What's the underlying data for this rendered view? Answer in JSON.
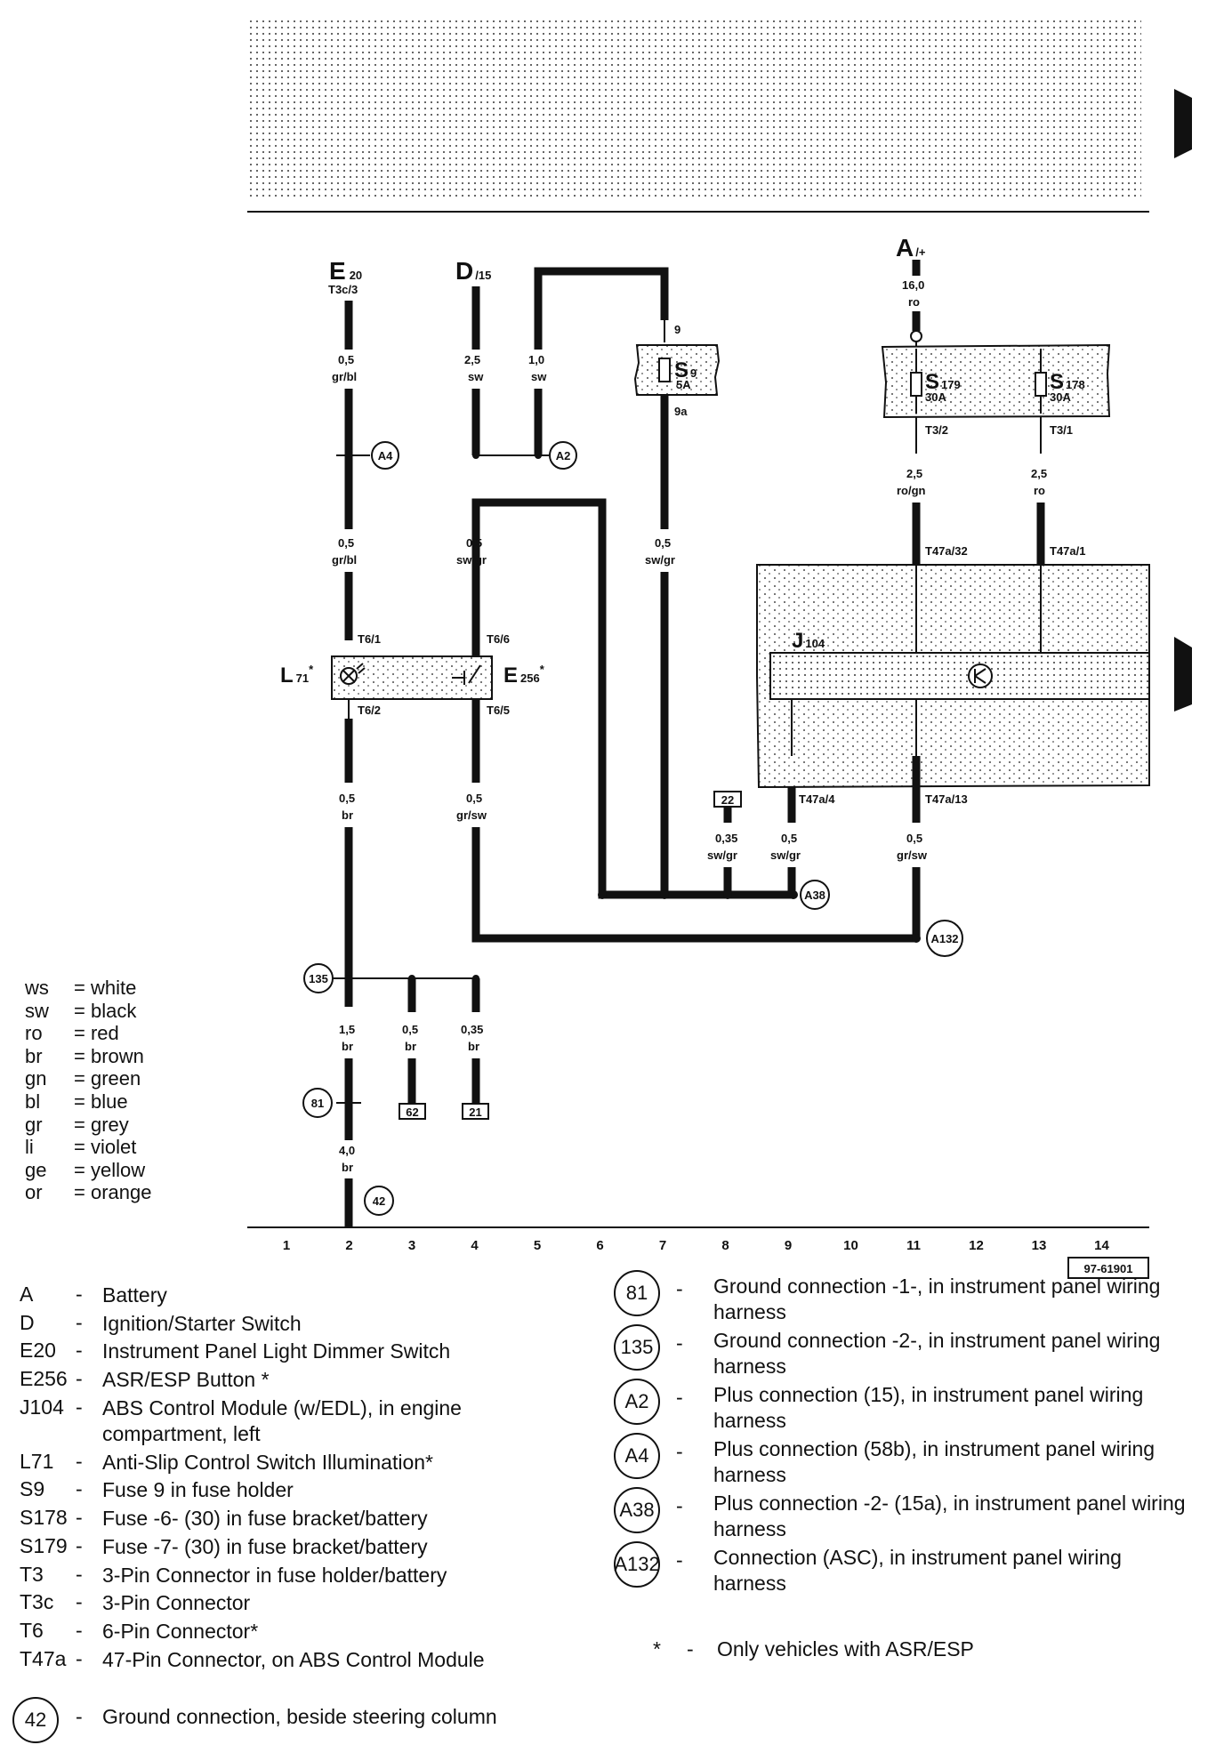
{
  "figure_code": "97-61901",
  "columns": [
    "1",
    "2",
    "3",
    "4",
    "5",
    "6",
    "7",
    "8",
    "9",
    "10",
    "11",
    "12",
    "13",
    "14"
  ],
  "terminals": {
    "e20": {
      "name": "E",
      "sub": "20",
      "pin": "T3c/3"
    },
    "d15": {
      "name": "D",
      "sub": "/15"
    },
    "a": {
      "name": "A",
      "sub": "/+",
      "size": "16,0",
      "color": "ro"
    }
  },
  "wires": {
    "w_e20_top": {
      "size": "0,5",
      "color": "gr/bl"
    },
    "w_e20_mid": {
      "size": "0,5",
      "color": "gr/bl"
    },
    "w_d15": {
      "size": "2,5",
      "color": "sw"
    },
    "w_a2": {
      "size": "1,0",
      "color": "sw"
    },
    "w_e256_top": {
      "size": "0,5",
      "color": "sw/gr"
    },
    "w_s9_bot": {
      "size": "0,5",
      "color": "sw/gr"
    },
    "w_l71_bot": {
      "size": "0,5",
      "color": "br"
    },
    "w_e256_bot": {
      "size": "0,5",
      "color": "gr/sw"
    },
    "w_c8": {
      "size": "0,35",
      "color": "sw/gr"
    },
    "w_c9": {
      "size": "0,5",
      "color": "sw/gr"
    },
    "w_c11": {
      "size": "0,5",
      "color": "gr/sw"
    },
    "w_s179": {
      "size": "2,5",
      "color": "ro/gn"
    },
    "w_s178": {
      "size": "2,5",
      "color": "ro"
    },
    "w_gnd_main": {
      "size": "1,5",
      "color": "br"
    },
    "w_gnd3": {
      "size": "0,5",
      "color": "br"
    },
    "w_gnd4": {
      "size": "0,35",
      "color": "br"
    },
    "w_gnd_bottom": {
      "size": "4,0",
      "color": "br"
    }
  },
  "pins": {
    "s9_in": "9",
    "s9_out": "9a",
    "l71_in": "T6/1",
    "l71_out": "T6/2",
    "e256_in": "T6/6",
    "e256_out": "T6/5",
    "s179_out": "T3/2",
    "s178_out": "T3/1",
    "j104_32": "T47a/32",
    "j104_1": "T47a/1",
    "j104_4": "T47a/4",
    "j104_13": "T47a/13"
  },
  "components": {
    "s9": {
      "name": "S",
      "sub": "9",
      "rating": "5A"
    },
    "s179": {
      "name": "S",
      "sub": "179",
      "rating": "30A"
    },
    "s178": {
      "name": "S",
      "sub": "178",
      "rating": "30A"
    },
    "l71": {
      "name": "L",
      "sub": "71",
      "mark": "*"
    },
    "e256": {
      "name": "E",
      "sub": "256",
      "mark": "*"
    },
    "j104": {
      "name": "J",
      "sub": "104"
    }
  },
  "connectors": {
    "a4": "A4",
    "a2": "A2",
    "a38": "A38",
    "a132": "A132",
    "c135": "135",
    "c81": "81",
    "c42": "42"
  },
  "refs": {
    "r22": "22",
    "r62": "62",
    "r21": "21"
  },
  "color_key": [
    {
      "abbr": "ws",
      "name": "= white"
    },
    {
      "abbr": "sw",
      "name": "= black"
    },
    {
      "abbr": "ro",
      "name": "= red"
    },
    {
      "abbr": "br",
      "name": "= brown"
    },
    {
      "abbr": "gn",
      "name": "= green"
    },
    {
      "abbr": "bl",
      "name": "= blue"
    },
    {
      "abbr": "gr",
      "name": "= grey"
    },
    {
      "abbr": "li",
      "name": "= violet"
    },
    {
      "abbr": "ge",
      "name": "= yellow"
    },
    {
      "abbr": "or",
      "name": "= orange"
    }
  ],
  "legend": [
    {
      "code": "A",
      "desc": "Battery"
    },
    {
      "code": "D",
      "desc": "Ignition/Starter Switch"
    },
    {
      "code": "E20",
      "desc": "Instrument Panel Light Dimmer Switch"
    },
    {
      "code": "E256",
      "desc": "ASR/ESP Button *"
    },
    {
      "code": "J104",
      "desc": "ABS Control Module (w/EDL), in engine compartment, left"
    },
    {
      "code": "L71",
      "desc": "Anti-Slip Control Switch Illumination*"
    },
    {
      "code": "S9",
      "desc": "Fuse 9 in fuse holder"
    },
    {
      "code": "S178",
      "desc": "Fuse -6- (30) in fuse bracket/battery"
    },
    {
      "code": "S179",
      "desc": "Fuse -7- (30) in fuse bracket/battery"
    },
    {
      "code": "T3",
      "desc": "3-Pin Connector in fuse holder/battery"
    },
    {
      "code": "T3c",
      "desc": "3-Pin Connector"
    },
    {
      "code": "T6",
      "desc": "6-Pin Connector*"
    },
    {
      "code": "T47a",
      "desc": "47-Pin Connector, on ABS Control Module"
    }
  ],
  "legend_ground42": {
    "code": "42",
    "desc": "Ground connection, beside steering column"
  },
  "connection_legend": [
    {
      "code": "81",
      "desc": "Ground connection -1-, in instrument panel wiring harness"
    },
    {
      "code": "135",
      "desc": "Ground connection -2-, in instrument panel wiring harness"
    },
    {
      "code": "A2",
      "desc": "Plus connection (15), in instrument panel wiring harness"
    },
    {
      "code": "A4",
      "desc": "Plus connection (58b), in instrument panel wiring harness"
    },
    {
      "code": "A38",
      "desc": "Plus connection -2- (15a), in instrument panel wiring harness"
    },
    {
      "code": "A132",
      "desc": "Connection (ASC), in instrument panel wiring harness"
    }
  ],
  "footnote": {
    "mark": "*",
    "desc": "Only vehicles with ASR/ESP"
  }
}
